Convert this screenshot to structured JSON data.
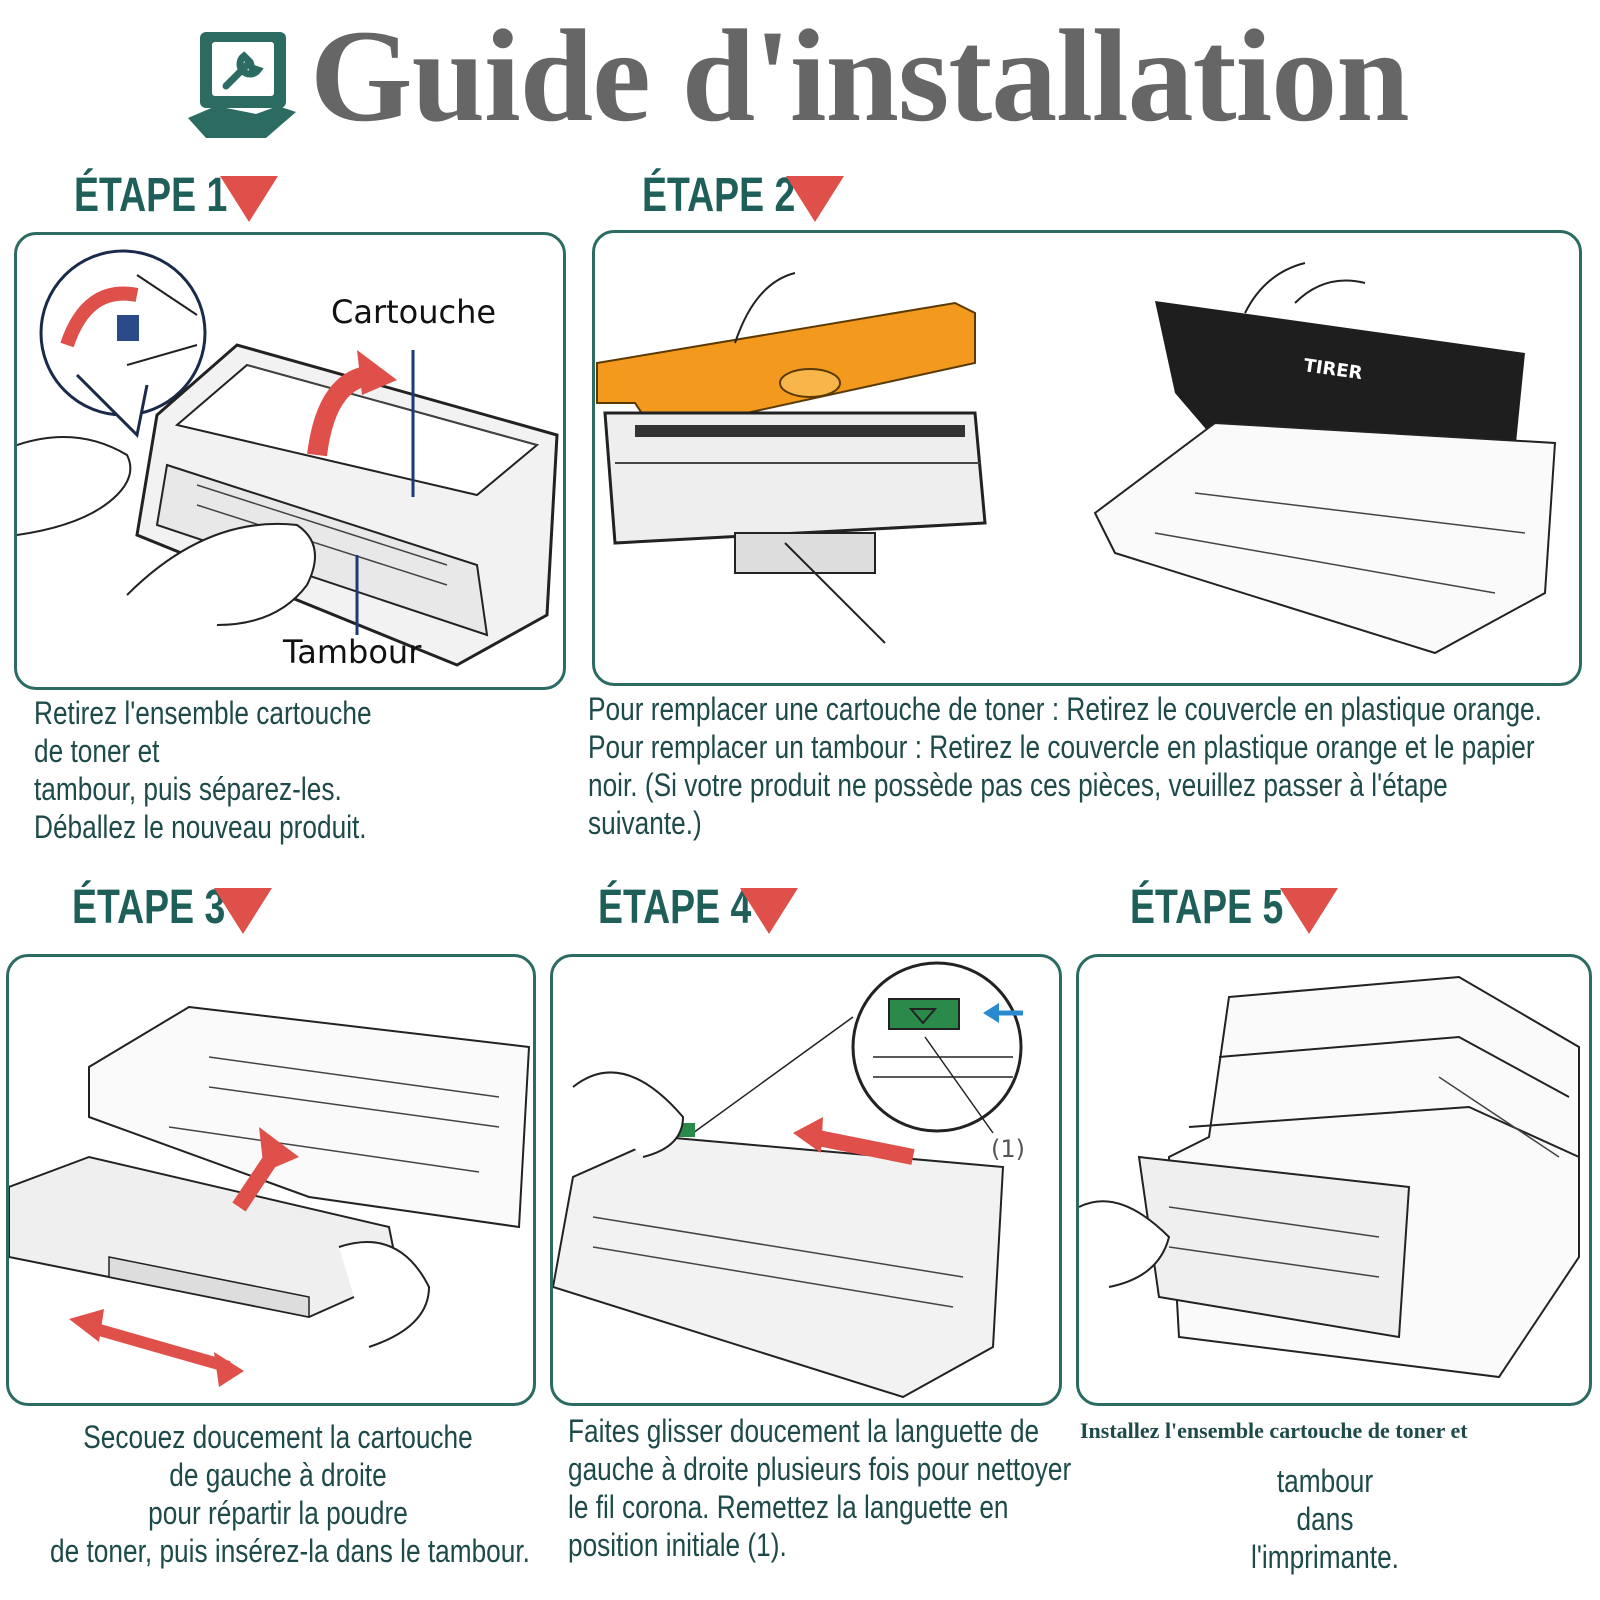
{
  "title": "Guide d'installation",
  "colors": {
    "accent": "#1f5f59",
    "arrow": "#e0504a",
    "orange": "#f39a1e",
    "title": "#666666"
  },
  "icons": {
    "logo": "wrench-screen-hand-icon"
  },
  "steps": [
    {
      "heading": "ÉTAPE 1",
      "labels": {
        "cartridge": "Cartouche",
        "drum": "Tambour"
      },
      "caption": [
        "Retirez l'ensemble cartouche",
        "de toner et",
        "tambour, puis séparez-les.",
        "Déballez le nouveau produit."
      ]
    },
    {
      "heading": "ÉTAPE 2",
      "labels": {
        "pull": "TIRER"
      },
      "caption": [
        "Pour remplacer une cartouche de toner : Retirez le couvercle en plastique orange.",
        "Pour remplacer un tambour : Retirez le couvercle en plastique orange et le papier",
        "noir. (Si votre produit ne possède pas ces pièces, veuillez passer à l'étape",
        "suivante.)"
      ]
    },
    {
      "heading": "ÉTAPE 3",
      "caption": [
        "Secouez doucement la cartouche",
        "de gauche à droite",
        "pour répartir la poudre",
        "de toner, puis insérez-la dans le tambour."
      ]
    },
    {
      "heading": "ÉTAPE 4",
      "labels": {
        "position": "(1)"
      },
      "caption": [
        "Faites glisser doucement la languette de",
        "gauche à droite plusieurs fois pour nettoyer",
        "le fil corona. Remettez la languette en",
        "position initiale (1)."
      ]
    },
    {
      "heading": "ÉTAPE 5",
      "caption_top": "Installez l'ensemble cartouche de toner et",
      "caption": [
        "tambour",
        "dans",
        "l'imprimante."
      ]
    }
  ]
}
